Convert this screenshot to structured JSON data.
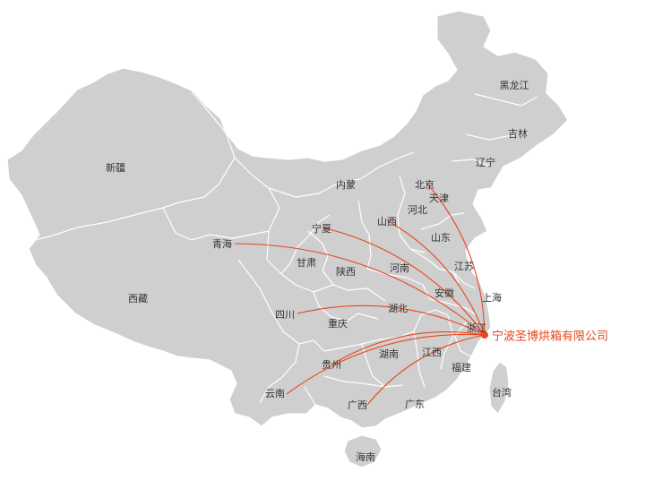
{
  "map": {
    "provinces": [
      "黑龙江",
      "吉林",
      "辽宁",
      "北京",
      "天津",
      "内蒙",
      "新疆",
      "河北",
      "山西",
      "宁夏",
      "青海",
      "甘肃",
      "山东",
      "陕西",
      "河南",
      "江苏",
      "安徽",
      "上海",
      "西藏",
      "四川",
      "湖北",
      "重庆",
      "浙江",
      "贵州",
      "湖南",
      "江西",
      "福建",
      "云南",
      "台湾",
      "广西",
      "广东",
      "海南"
    ],
    "destination": "宁波圣博烘箱有限公司",
    "origins": [
      "北京",
      "山西",
      "宁夏",
      "青海",
      "四川",
      "贵州",
      "云南",
      "广西"
    ],
    "colors": {
      "land": "#cfcfcf",
      "border": "#ffffff",
      "route": "#e8461c",
      "label": "#333333"
    }
  }
}
